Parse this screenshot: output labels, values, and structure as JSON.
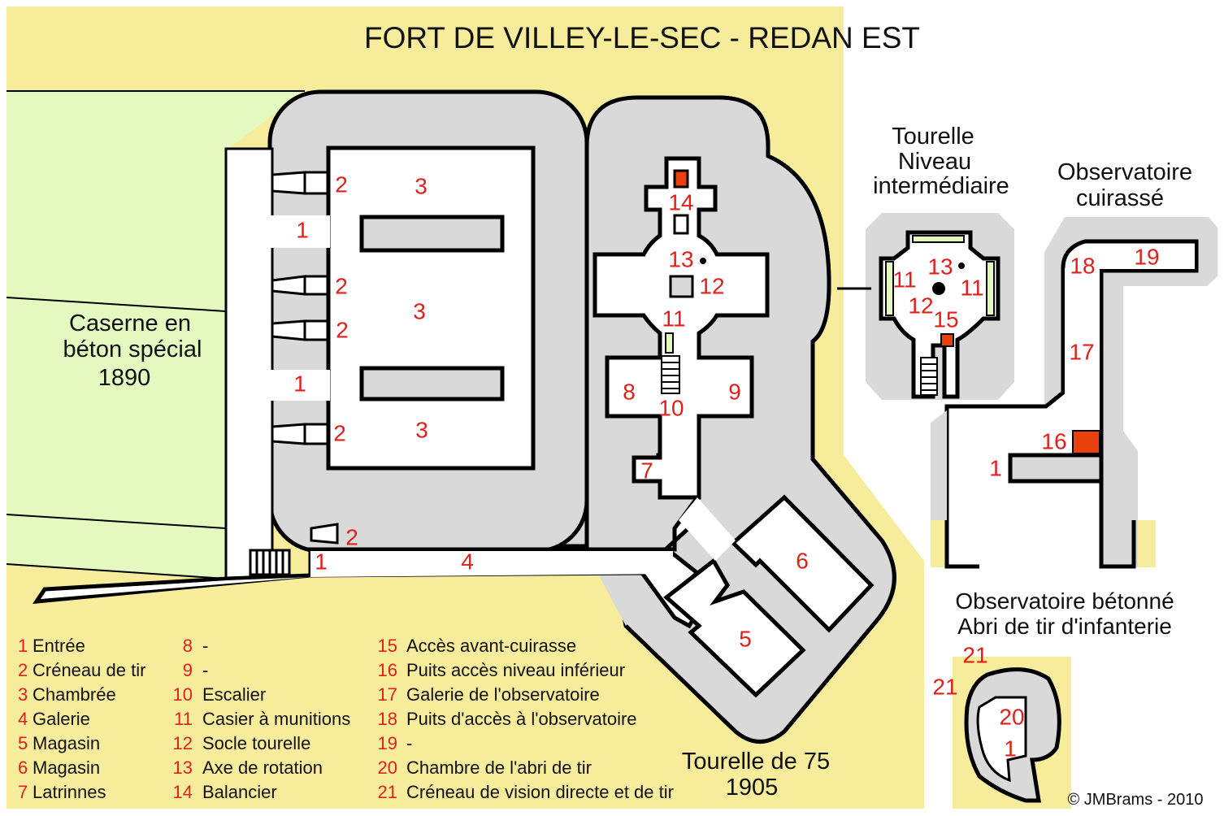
{
  "title": "FORT DE VILLEY-LE-SEC - REDAN EST",
  "caserne": [
    "Caserne en",
    "béton spécial",
    "1890"
  ],
  "tourelle_intermediaire": [
    "Tourelle",
    "Niveau",
    "intermédiaire"
  ],
  "observatoire_cuirasse": [
    "Observatoire",
    "cuirassé"
  ],
  "observatoire_betonne": [
    "Observatoire bétonné",
    "Abri de tir d'infanterie"
  ],
  "tourelle_75": [
    "Tourelle de 75",
    "1905"
  ],
  "copyright": "© JMBrams - 2010",
  "map_labels": [
    "2",
    "3",
    "1",
    "2",
    "3",
    "2",
    "1",
    "2",
    "3",
    "14",
    "13",
    "12",
    "11",
    "8",
    "10",
    "9",
    "7",
    "2",
    "1",
    "4",
    "6",
    "5",
    "11",
    "13",
    "11",
    "12",
    "15",
    "18",
    "19",
    "17",
    "16",
    "1",
    "21",
    "21",
    "20",
    "1"
  ],
  "legend": [
    {
      "num": "1",
      "label": "Entrée"
    },
    {
      "num": "2",
      "label": "Créneau de tir"
    },
    {
      "num": "3",
      "label": "Chambrée"
    },
    {
      "num": "4",
      "label": "Galerie"
    },
    {
      "num": "5",
      "label": "Magasin"
    },
    {
      "num": "6",
      "label": "Magasin"
    },
    {
      "num": "7",
      "label": "Latrinnes"
    },
    {
      "num": "8",
      "label": "-"
    },
    {
      "num": "9",
      "label": "-"
    },
    {
      "num": "10",
      "label": "Escalier"
    },
    {
      "num": "11",
      "label": "Casier à munitions"
    },
    {
      "num": "12",
      "label": "Socle tourelle"
    },
    {
      "num": "13",
      "label": "Axe de rotation"
    },
    {
      "num": "14",
      "label": "Balancier"
    },
    {
      "num": "15",
      "label": "Accès avant-cuirasse"
    },
    {
      "num": "16",
      "label": "Puits accès niveau inférieur"
    },
    {
      "num": "17",
      "label": "Galerie de l'observatoire"
    },
    {
      "num": "18",
      "label": "Puits d'accès à l'observatoire"
    },
    {
      "num": "19",
      "label": "-"
    },
    {
      "num": "20",
      "label": "Chambre de l'abri de tir"
    },
    {
      "num": "21",
      "label": "Créneau de vision directe et de tir"
    }
  ],
  "colors": {
    "yellow": "#f7ec9c",
    "green": "#e4f9c0",
    "gray": "#d9d9d9",
    "red_label": "#e0201b",
    "orange_fill": "#e8400f"
  }
}
